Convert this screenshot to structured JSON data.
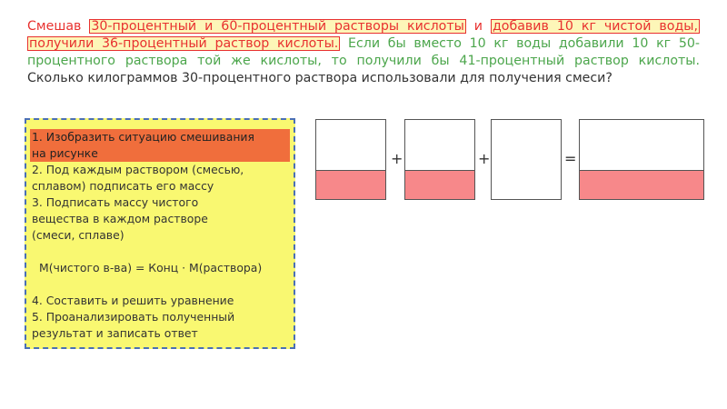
{
  "problem": {
    "part1": "Смешав ",
    "hl1": "30-процентный и 60-процентный растворы кислоты",
    "part2": " и ",
    "hl2": "добавив 10 кг чистой воды,",
    "part3": " ",
    "hl3": "получили 36-процентный раствор кислоты.",
    "green": " Если бы вместо 10 кг воды добавили 10 кг 50-процентного раствора той же кислоты, то получили бы 41-процентный раствор кислоты.",
    "question": " Сколько килограммов 30-процентного раствора использовали для получения смеси?"
  },
  "steps": {
    "step1": "1. Изобразить ситуацию смешивания",
    "step1b": "на рисунке",
    "step2a": "2. Под каждым раствором (смесью,",
    "step2b": "сплавом) подписать его массу",
    "step3a": "3. Подписать массу чистого",
    "step3b": "вещества в каждом растворе",
    "step3c": "(смеси, сплаве)",
    "formula": "М(чистого в-ва) = Конц · М(раствора)",
    "step4": "4. Составить и решить уравнение",
    "step5a": "5. Проанализировать полученный",
    "step5b": "результат и записать ответ"
  },
  "diagram": {
    "plus1": "+",
    "plus2": "+",
    "equals": "=",
    "fill_color": "#f7888a",
    "vessel_fill_fraction": [
      0.36,
      0.36,
      0.0,
      0.36
    ]
  }
}
